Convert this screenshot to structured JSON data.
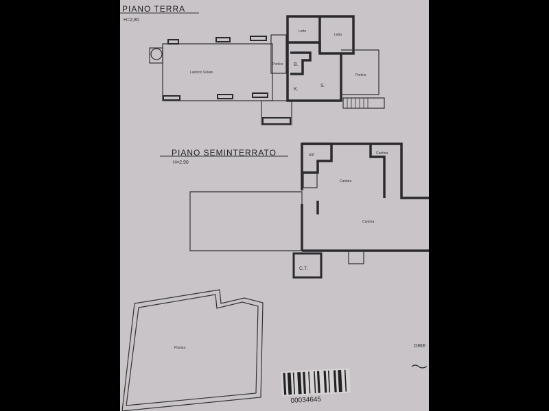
{
  "ground_floor": {
    "title": "PIANO TERRA",
    "height": "H=2,80",
    "rooms": [
      "Letto",
      "Letto",
      "Lastrico Solare",
      "Portico",
      "B.",
      "K.",
      "S.",
      "Portico"
    ]
  },
  "basement": {
    "title": "PIANO SEMINTERRATO",
    "height": "H=2,90",
    "rooms": [
      "RIP",
      "Cantina",
      "Cantina",
      "Cantina",
      "C.T."
    ]
  },
  "pool": {
    "label": "Piscina"
  },
  "orientation_label": "ORIE",
  "barcode": "00034645"
}
